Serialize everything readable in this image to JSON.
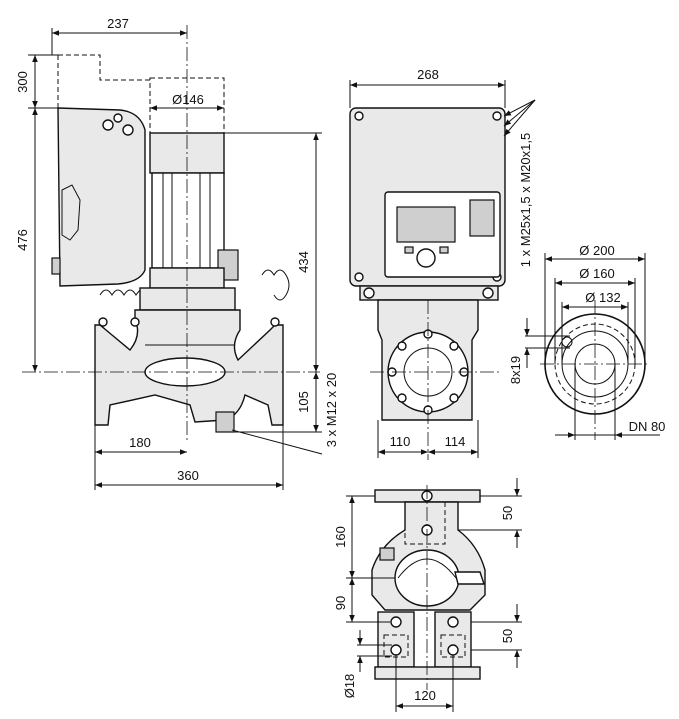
{
  "dimensions": {
    "side_width_total": "237",
    "cable_clearance": "300",
    "motor_diameter": "Ø146",
    "overall_height": "476",
    "motor_height": "434",
    "axis_height": "105",
    "inlet_half_length": "180",
    "port_to_port": "360",
    "foot_bolts": "3 x M12 x 20",
    "front_width": "268",
    "cable_glands": "1 x M25x1,5 x M20x1,5",
    "flange_outer": "Ø 200",
    "flange_bolt_circle": "Ø 160",
    "flange_raised_face": "Ø 132",
    "flange_holes": "8x19",
    "nominal_diameter": "DN 80",
    "front_left": "110",
    "front_right": "114",
    "plan_upper_offset": "50",
    "plan_upper_depth": "160",
    "plan_lower_depth": "90",
    "plan_lower_offset": "50",
    "foot_hole": "Ø18",
    "foot_spacing": "120"
  }
}
